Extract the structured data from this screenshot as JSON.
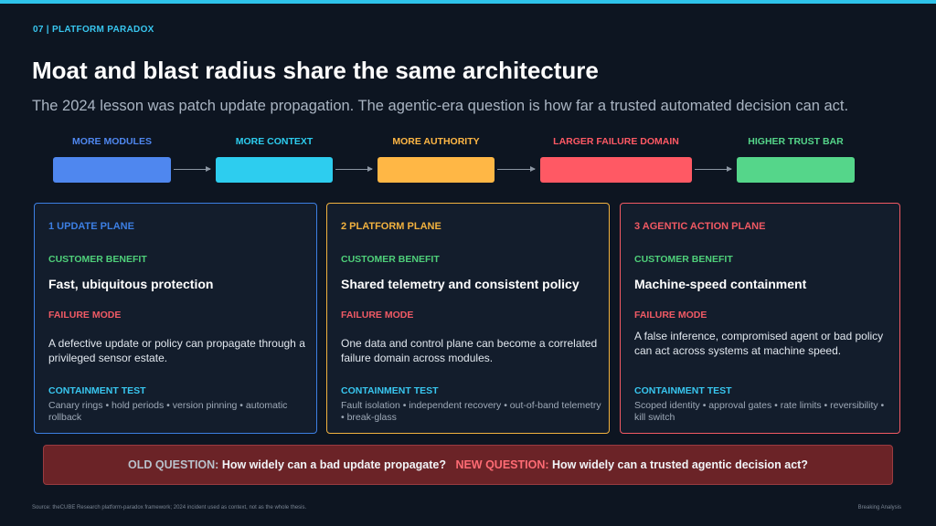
{
  "eyebrow": "07 | PLATFORM PARADOX",
  "title": "Moat and blast radius share the same architecture",
  "subtitle": "The 2024 lesson was patch update propagation. The agentic-era question is how far a trusted automated decision can act.",
  "flow": {
    "steps": [
      {
        "label": "MORE MODULES",
        "color": "#4f87ef"
      },
      {
        "label": "MORE CONTEXT",
        "color": "#2dcdef"
      },
      {
        "label": "MORE AUTHORITY",
        "color": "#ffb745"
      },
      {
        "label": "LARGER FAILURE DOMAIN",
        "color": "#ff5964"
      },
      {
        "label": "HIGHER TRUST BAR",
        "color": "#55d68a"
      }
    ]
  },
  "cards": [
    {
      "title": "1  UPDATE PLANE",
      "accent": "#3c7fe3",
      "benefit_label": "CUSTOMER BENEFIT",
      "benefit": "Fast, ubiquitous protection",
      "failure_label": "FAILURE MODE",
      "failure": "A defective update or policy can propagate through a privileged sensor estate.",
      "contain_label": "CONTAINMENT TEST",
      "contain": "Canary rings • hold periods • version pinning • automatic rollback"
    },
    {
      "title": "2  PLATFORM PLANE",
      "accent": "#f2b23f",
      "benefit_label": "CUSTOMER BENEFIT",
      "benefit": "Shared telemetry and consistent policy",
      "failure_label": "FAILURE MODE",
      "failure": "One data and control plane can become a correlated failure domain across modules.",
      "contain_label": "CONTAINMENT TEST",
      "contain": "Fault isolation • independent recovery • out-of-band telemetry • break-glass"
    },
    {
      "title": "3  AGENTIC ACTION PLANE",
      "accent": "#f15963",
      "benefit_label": "CUSTOMER BENEFIT",
      "benefit": "Machine-speed containment",
      "failure_label": "FAILURE MODE",
      "failure": "A false inference, compromised agent or bad policy can act across systems at machine speed.",
      "contain_label": "CONTAINMENT TEST",
      "contain": "Scoped identity • approval gates • rate limits • reversibility • kill switch"
    }
  ],
  "question": {
    "old_label": "OLD QUESTION:",
    "old_text": "How widely can a bad update propagate?",
    "new_label": "NEW QUESTION:",
    "new_text": "How widely can a trusted agentic decision act?"
  },
  "footer": {
    "source": "Source: theCUBE Research platform-paradox framework; 2024 incident used as context, not as the whole thesis.",
    "brand": "Breaking Analysis"
  }
}
